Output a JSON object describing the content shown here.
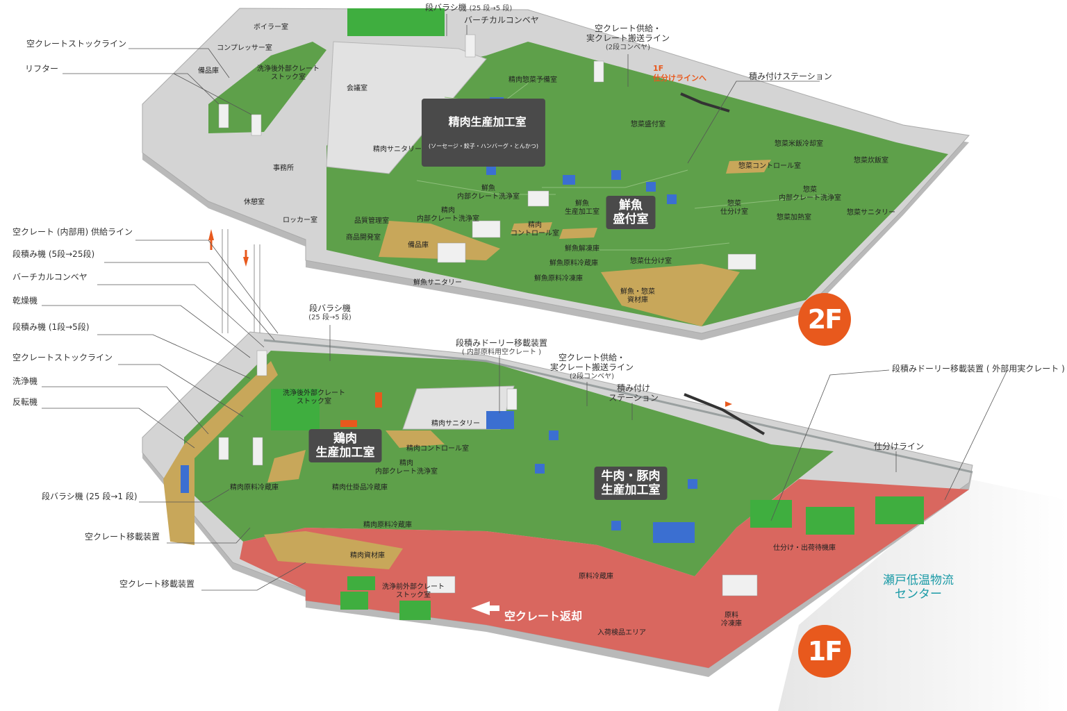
{
  "floor2": {
    "badge": "2F",
    "callouts_left": {
      "empty_crate_stock_line": "空クレートストックライン",
      "lifter": "リフター"
    },
    "top": {
      "destacker": "段バラシ機",
      "destacker_sub": "(25 段→5 段)",
      "vertical_conveyor": "バーチカルコンベヤ",
      "supply_line_1": "空クレート供給・",
      "supply_line_2": "実クレート搬送ライン",
      "supply_line_3": "(2段コンベヤ)",
      "to_1f_1": "1F",
      "to_1f_2": "仕分けラインへ",
      "loading_station": "積み付けステーション"
    },
    "rooms": {
      "boiler": "ボイラー室",
      "compressor": "コンプレッサー室",
      "washed_stock": "洗浄後外部クレート\nストック室",
      "storage": "備品庫",
      "meeting": "会議室",
      "office": "事務所",
      "rest": "休憩室",
      "locker": "ロッカー室",
      "meat_sanitary": "精肉サニタリー",
      "meat_deli_prep": "精肉惣菜予備室",
      "fish_crate_wash": "鮮魚\n内部クレート洗浄室",
      "meat_crate_wash": "精肉\n内部クレート洗浄室",
      "qc": "品質管理室",
      "product_dev": "商品開発室",
      "storage2": "備品庫",
      "fish_sanitary": "鮮魚サニタリー",
      "meat_control": "精肉\nコントロール室",
      "fish_processing": "鮮魚\n生産加工室",
      "fish_thaw": "鮮魚解凍庫",
      "fish_raw_cold": "鮮魚原料冷蔵庫",
      "fish_raw_frozen": "鮮魚原料冷凍庫",
      "deli_plating": "惣菜盛付室",
      "deli_rice_cool": "惣菜米飯冷却室",
      "deli_rice": "惣菜炊飯室",
      "deli_control": "惣菜コントロール室",
      "deli_crate_wash": "惣菜\n内部クレート洗浄室",
      "deli_sorting": "惣菜\n仕分け室",
      "deli_heating": "惣菜加熱室",
      "deli_sanitary": "惣菜サニタリー",
      "deli_sorting2": "惣菜仕分け室",
      "fish_deli_materials": "鮮魚・惣菜\n資材庫"
    },
    "hero_meat": "精肉生産加工室",
    "hero_meat_sub": "(ソーセージ・餃子・ハンバーグ・とんかつ)",
    "hero_fish": "鮮魚\n盛付室"
  },
  "floor1": {
    "badge": "1F",
    "callouts_left": [
      "空クレート (内部用) 供給ライン",
      "段積み機 (5段→25段)",
      "バーチカルコンベヤ",
      "乾燥機",
      "段積み機 (1段→5段)",
      "空クレートストックライン",
      "洗浄機",
      "反転機"
    ],
    "callouts_lower_left": {
      "destacker_25_1": "段バラシ機 (25 段→1 段)",
      "crate_transfer_1": "空クレート移載装置",
      "crate_transfer_2": "空クレート移載装置"
    },
    "top": {
      "destacker": "段バラシ機",
      "destacker_sub": "(25 段→5 段)",
      "dolly_internal": "段積みドーリー移載装置",
      "dolly_internal_sub": "( 内部原料用空クレート )",
      "supply_line_1": "空クレート供給・",
      "supply_line_2": "実クレート搬送ライン",
      "supply_line_3": "(2段コンベヤ)",
      "loading_1": "積み付け",
      "loading_2": "ステーション",
      "dolly_external": "段積みドーリー移載装置 ( 外部用実クレート )",
      "sorting_line": "仕分けライン"
    },
    "rooms": {
      "washed_stock": "洗浄後外部クレート\nストック室",
      "meat_sanitary": "精肉サニタリー",
      "meat_control": "精肉コントロール室",
      "meat_crate_wash": "精肉\n内部クレート洗浄室",
      "meat_raw_cold": "精肉原料冷蔵庫",
      "meat_wip_cold": "精肉仕掛品冷蔵庫",
      "meat_raw_cold2": "精肉原料冷蔵庫",
      "meat_materials": "精肉資材庫",
      "pre_wash_stock": "洗浄前外部クレート\nストック室",
      "raw_cold": "原料冷蔵庫",
      "raw_frozen": "原料\n冷凍庫",
      "receiving": "入荷検品エリア",
      "sort_ship": "仕分け・出荷待機庫"
    },
    "hero_chicken": "鶏肉\n生産加工室",
    "hero_beef": "牛肉・豚肉\n生産加工室",
    "empty_return": "空クレート返却",
    "setouchi": "瀬戸低温物流\nセンター"
  },
  "colors": {
    "floor_green": "#5ea04a",
    "floor_grey": "#cfcfcf",
    "floor_red": "#d9675f",
    "floor_tan": "#c8a75a",
    "accent_orange": "#e8591d",
    "teal": "#1a9aa6",
    "hero_bg": "#4a4a4a"
  }
}
